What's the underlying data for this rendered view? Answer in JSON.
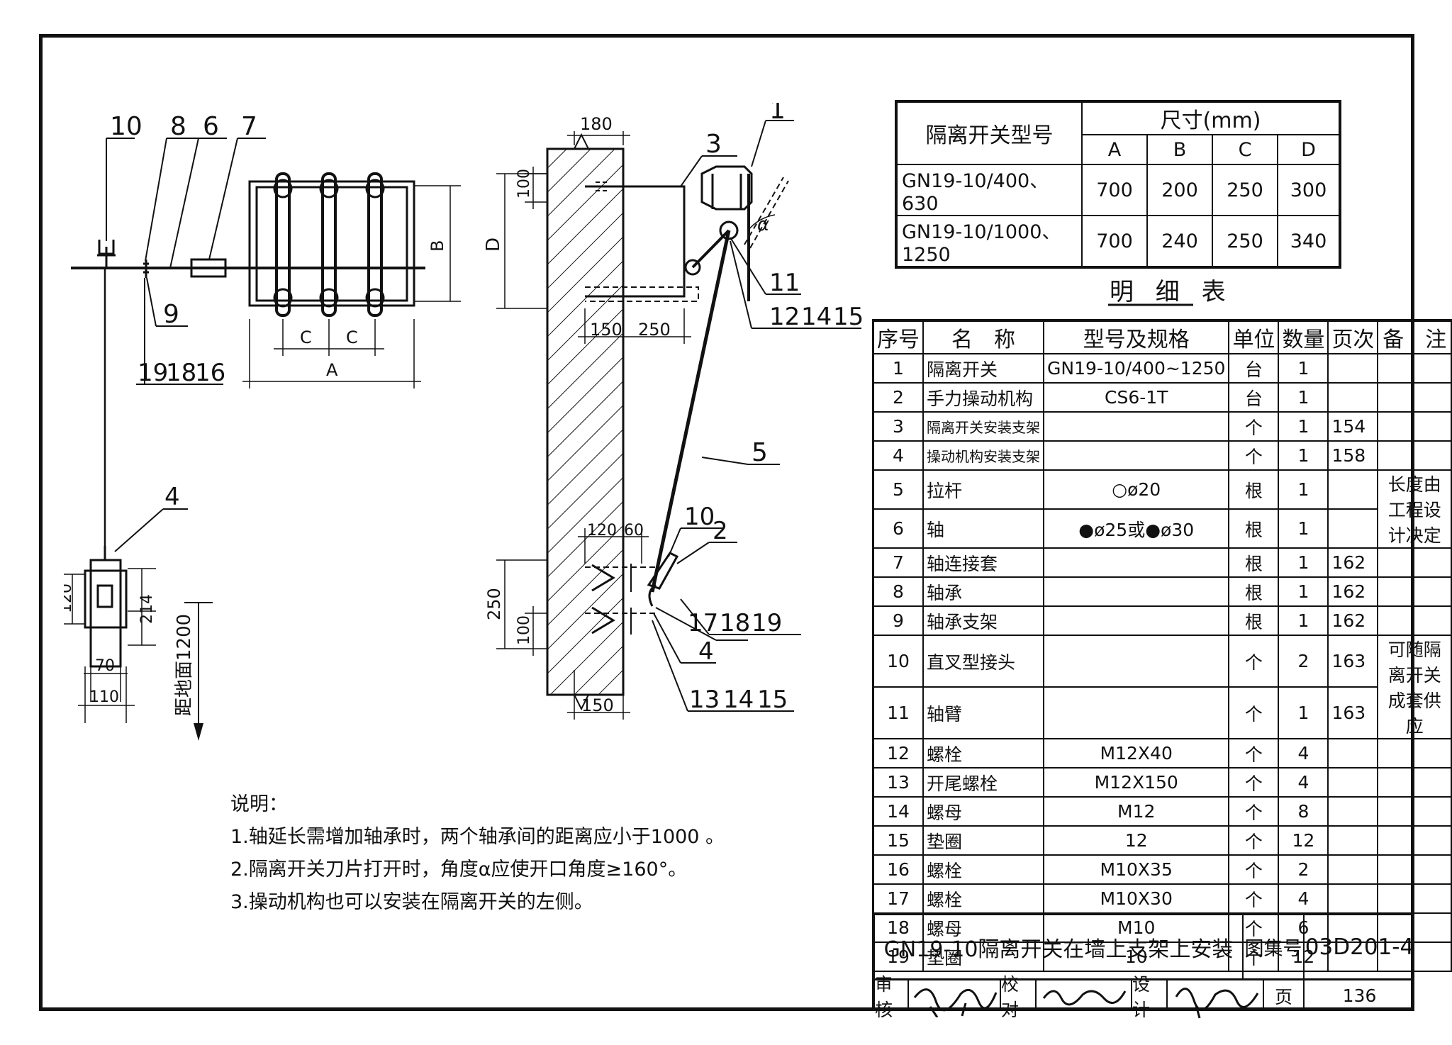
{
  "dimension_table": {
    "header_model": "隔离开关型号",
    "header_size": "尺寸(mm)",
    "columns": [
      "A",
      "B",
      "C",
      "D"
    ],
    "rows": [
      {
        "model": "GN19-10/400、630",
        "values": [
          "700",
          "200",
          "250",
          "300"
        ]
      },
      {
        "model": "GN19-10/1000、1250",
        "values": [
          "700",
          "240",
          "250",
          "340"
        ]
      }
    ]
  },
  "parts_list": {
    "title": "明 细 表",
    "headers": [
      "序号",
      "名　称",
      "型号及规格",
      "单位",
      "数量",
      "页次",
      "备　注"
    ],
    "rows": [
      {
        "no": "1",
        "name": "隔离开关",
        "spec": "GN19-10/400~1250",
        "unit": "台",
        "qty": "1",
        "page": "",
        "note": ""
      },
      {
        "no": "2",
        "name": "手力操动机构",
        "spec": "CS6-1T",
        "unit": "台",
        "qty": "1",
        "page": "",
        "note": ""
      },
      {
        "no": "3",
        "name": "隔离开关安装支架",
        "spec": "",
        "unit": "个",
        "qty": "1",
        "page": "154",
        "note": ""
      },
      {
        "no": "4",
        "name": "操动机构安装支架",
        "spec": "",
        "unit": "个",
        "qty": "1",
        "page": "158",
        "note": ""
      },
      {
        "no": "5",
        "name": "拉杆",
        "spec": "○ø20",
        "unit": "根",
        "qty": "1",
        "page": "",
        "note": ""
      },
      {
        "no": "6",
        "name": "轴",
        "spec": "●ø25或●ø30",
        "unit": "根",
        "qty": "1",
        "page": "",
        "note": ""
      },
      {
        "no": "7",
        "name": "轴连接套",
        "spec": "",
        "unit": "根",
        "qty": "1",
        "page": "162",
        "note": ""
      },
      {
        "no": "8",
        "name": "轴承",
        "spec": "",
        "unit": "根",
        "qty": "1",
        "page": "162",
        "note": ""
      },
      {
        "no": "9",
        "name": "轴承支架",
        "spec": "",
        "unit": "根",
        "qty": "1",
        "page": "162",
        "note": ""
      },
      {
        "no": "10",
        "name": "直叉型接头",
        "spec": "",
        "unit": "个",
        "qty": "2",
        "page": "163",
        "note": ""
      },
      {
        "no": "11",
        "name": "轴臂",
        "spec": "",
        "unit": "个",
        "qty": "1",
        "page": "163",
        "note": ""
      },
      {
        "no": "12",
        "name": "螺栓",
        "spec": "M12X40",
        "unit": "个",
        "qty": "4",
        "page": "",
        "note": ""
      },
      {
        "no": "13",
        "name": "开尾螺栓",
        "spec": "M12X150",
        "unit": "个",
        "qty": "4",
        "page": "",
        "note": ""
      },
      {
        "no": "14",
        "name": "螺母",
        "spec": "M12",
        "unit": "个",
        "qty": "8",
        "page": "",
        "note": ""
      },
      {
        "no": "15",
        "name": "垫圈",
        "spec": "12",
        "unit": "个",
        "qty": "12",
        "page": "",
        "note": ""
      },
      {
        "no": "16",
        "name": "螺栓",
        "spec": "M10X35",
        "unit": "个",
        "qty": "2",
        "page": "",
        "note": ""
      },
      {
        "no": "17",
        "name": "螺栓",
        "spec": "M10X30",
        "unit": "个",
        "qty": "4",
        "page": "",
        "note": ""
      },
      {
        "no": "18",
        "name": "螺母",
        "spec": "M10",
        "unit": "个",
        "qty": "6",
        "page": "",
        "note": ""
      },
      {
        "no": "19",
        "name": "垫圈",
        "spec": "10",
        "unit": "个",
        "qty": "12",
        "page": "",
        "note": ""
      }
    ],
    "note_5_6": "长度由工程设计决定",
    "note_10_11": "可随隔离开关成套供应"
  },
  "title_block": {
    "drawing_title": "GN19-10隔离开关在墙上支架上安装",
    "atlas_label": "图集号",
    "atlas_no": "03D201-4",
    "review_label": "审核",
    "check_label": "校对",
    "design_label": "设计",
    "page_label": "页",
    "page_no": "136"
  },
  "notes": {
    "heading": "说明：",
    "items": [
      "1.轴延长需增加轴承时，两个轴承间的距离应小于1000 。",
      "2.隔离开关刀片打开时，角度α应使开口角度≥160°。",
      "3.操动机构也可以安装在隔离开关的左侧。"
    ]
  },
  "plan_view_labels": {
    "callouts": [
      "10",
      "8",
      "6",
      "7",
      "9",
      "19",
      "18",
      "16",
      "4"
    ],
    "dims": [
      "B",
      "C",
      "C",
      "A",
      "120",
      "214",
      "70",
      "110"
    ],
    "height_label": "距地面1200"
  },
  "section_view_labels": {
    "callouts": [
      "3",
      "1",
      "11",
      "12",
      "14",
      "15",
      "5",
      "10",
      "2",
      "17",
      "18",
      "19",
      "4",
      "13",
      "14",
      "15"
    ],
    "dims": [
      "180",
      "100",
      "D",
      "150",
      "250",
      "120",
      "60",
      "250",
      "100",
      "150"
    ],
    "angle": "α"
  }
}
